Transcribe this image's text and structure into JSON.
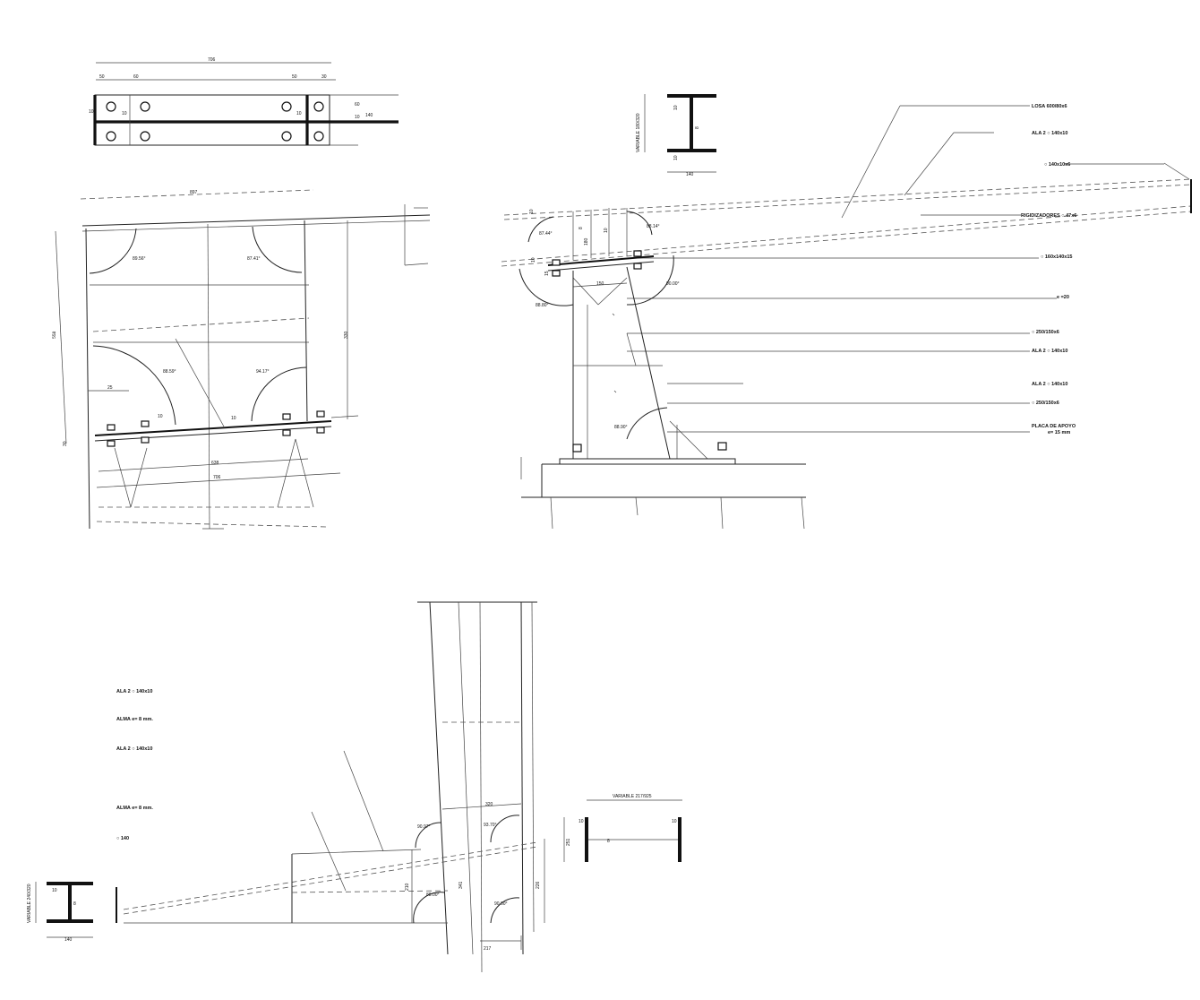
{
  "plate_view": {
    "overall": "706",
    "d1": "50",
    "d2": "60",
    "d3": "50",
    "d4": "30",
    "h1": "60",
    "h2": "10",
    "h3": "140",
    "s1": "10",
    "s2": "10",
    "s3": "10"
  },
  "node_view": {
    "top_width": "897",
    "angle_tl": "89.56°",
    "angle_tr": "87.41°",
    "angle_bl": "88.59°",
    "angle_br": "94.17°",
    "left_dim": "558",
    "right_dim": "330",
    "small_dim": "25",
    "bolt_gap_1": "10",
    "bolt_gap_2": "10",
    "bottom_inner": "638",
    "bottom_outer": "706",
    "edge_dim": "30"
  },
  "beam_section": {
    "label": "VARIABLE 180/320",
    "flange_top": "10",
    "web": "8",
    "flange_bot": "10",
    "width": "140"
  },
  "support_view": {
    "callouts": [
      "LOSA 600/80x6",
      "ALA 2 ○ 140x10",
      "○ 140x10x6",
      "RIGIDIZADORES ○ 47x6",
      "○ 160x140x15",
      "e =20",
      "○ 250/150x6",
      "ALA 2 ○ 140x10",
      "ALA 2 ○ 140x10",
      "○ 250/150x6",
      "PLACA DE APOYO",
      "e= 15 mm"
    ],
    "angle_1": "87.44°",
    "angle_2": "88.14°",
    "angle_3": "90.00°",
    "angle_4": "88.80°",
    "angle_5": "88.90°",
    "dim_10": "10",
    "dim_15": "15",
    "dim_150": "150",
    "dim_v1": "8",
    "dim_v2": "180",
    "dim_v3": "10"
  },
  "knee_view": {
    "callouts": [
      "ALA 2 ○ 140x10",
      "ALMA e= 8 mm.",
      "ALA 2 ○ 140x10",
      "ALMA e= 8 mm.",
      "○ 140"
    ],
    "angle_1": "90.97°",
    "angle_2": "93.70°",
    "angle_3": "88.00°",
    "angle_4": "90.00°",
    "top_dim": "320",
    "dim_v1": "210",
    "dim_v2": "341",
    "dim_v3": "226",
    "bottom_dim": "217"
  },
  "section_small": {
    "label": "VARIABLE 240/320",
    "top": "10",
    "web": "8",
    "width": "140"
  },
  "section_right": {
    "label": "VARIABLE 217/925",
    "left": "10",
    "web": "8",
    "right": "10",
    "height": "251"
  }
}
